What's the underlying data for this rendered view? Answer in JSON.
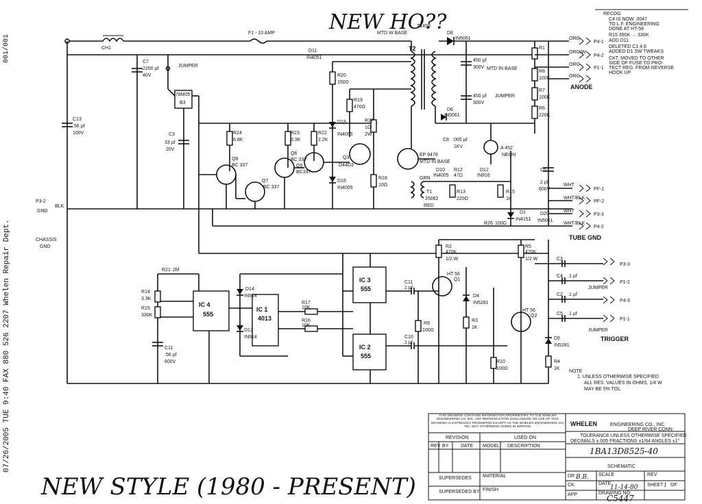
{
  "fax_header": {
    "text": "07/26/2005 TUE  9:40  FAX 880 526 2207 Whelen Repair Dept.",
    "page": "001/001"
  },
  "handwriting": {
    "top": "NEW HO??",
    "bottom": "NEW STYLE (1980 - PRESENT)"
  },
  "components": {
    "ch1": "CH1",
    "f1": "F1 - 10 AMP",
    "d11": "D11",
    "d11_part": "IN4051",
    "mtd_base": "MTD W BASE",
    "t1450": "T1450",
    "t2": "T2",
    "d8": "D8",
    "d8_part": "IN5061",
    "r1": "R1",
    "c7": "C7",
    "c7_val": "2200 µf",
    "c7_v": "40V",
    "jumper": "JUMPER",
    "ic_7805": "78M05",
    "ic_7805_b": "B3",
    "c3": "C3",
    "c3_val": "33 µf",
    "c3_v": "20V",
    "c13": "C13",
    "c13_val": ".56 µf",
    "c13_v": "100V",
    "r20": "R20",
    "r20_val": "150Ω",
    "r19": "R19",
    "r19_val": "470Ω",
    "r27": "R27",
    "r27_val": "1Ω",
    "r27_w": "2W",
    "cap450a": "450 µf",
    "cap450a_v": "300V",
    "mtd_in_base": "MTD IN BASE",
    "cap450b": "450 µf",
    "cap450b_v": "300V",
    "d6": "D6",
    "d6_part": "IN5061",
    "c8": "C8",
    "c8_val": ".005 µf",
    "c8_v": "1KV",
    "r8": "R8",
    "r8_val": "100K",
    "r7": "R7",
    "r7_val": "100K",
    "r6": "R6",
    "r6_val": "220K",
    "jumper2": "JUMPER",
    "r24": "R24",
    "r24_val": "6.8K",
    "r23": "R23",
    "r23_val": "3.3K",
    "r22": "R22",
    "r22_val": "2.2K",
    "d18": "D18",
    "d18_part": "IN4005",
    "q8": "Q8",
    "q8_part": "BC 337",
    "q6": "Q6",
    "q6_part": "BC 337",
    "q5": "Q5",
    "q5_part": "BC337",
    "q3": "Q3",
    "q3_part": "D44D3",
    "q7": "Q7",
    "q7_part": "BC 337",
    "d16": "D16",
    "d16_part": "IN4005",
    "r18": "R18",
    "r18_val": "10Ω",
    "ep9478": "EP 9478",
    "ep9478_b": "MTD IN BASE",
    "d10": "D10",
    "d10_part": "IN4005",
    "r12": "R12",
    "r12_val": "47Ω",
    "d12": "D12",
    "d12_part": "IN916",
    "grn": "GRN",
    "t1": "T1",
    "t1_part": "25082",
    "r13": "R13",
    "r13_val": "220Ω",
    "r15": "R15",
    "r15_val": "1K",
    "red": "RED",
    "neon": "A 452",
    "neon_b": "NEON",
    "c6": "C6",
    "c6_val": ".2 µf",
    "c6_v": "600V",
    "d1": "D1",
    "d1_part": "IN4151",
    "d20": "D20",
    "d20_part": "IN5061",
    "r26": "R26",
    "r26_val": "100Ω",
    "anode": "ANODE",
    "tube_gnd": "TUBE GND",
    "org1": "ORG",
    "orgw": "ORG/W",
    "orgw2": "ORG",
    "orgw3": "ORG",
    "p1": "P4-1",
    "p2": "P4-2",
    "p3": "P1-1",
    "wht1": "WHT",
    "wht2": "WHT/BLK",
    "wht3": "WHT",
    "wht4": "WHT/BLK",
    "pf1": "PF-1",
    "pf2": "PF-2",
    "pf3": "P3-3",
    "pf4": "P4-2",
    "p2_blk": "P3-2",
    "blk": "BLK",
    "gnd": "GND",
    "chassis": "CHASSIS",
    "chassis_gnd": "GND",
    "r21": "R21",
    "r21_val": "2M",
    "r14": "R14",
    "r14_val": "3.3K",
    "r15b": "R15",
    "r15b_val": "330K",
    "c11b": "C11",
    "c11b_val": ".56 µf",
    "c11b_v": "600V",
    "ic4": "IC 4",
    "ic4_part": "555",
    "d14": "D14",
    "d14_part": "IN914",
    "d13": "D13",
    "d13_part": "IN914",
    "ic1": "IC 1",
    "ic1_part": "4013",
    "r17": "R17",
    "r17_val": "10K",
    "r16": "R16",
    "r16_val": "10K",
    "ic3": "IC 3",
    "ic3_part": "555",
    "ic2": "IC 2",
    "ic2_part": "555",
    "c11": "C11",
    "c11_val": ".1 µf",
    "c10": "C10",
    "c10_val": ".1 µf",
    "r9": "R9",
    "r9_val": "100Ω",
    "r2": "R2",
    "r2_val": "470K",
    "r2_w": "1/2 W",
    "ht1": "HT 56",
    "ht1_b": "Q1",
    "d4": "D4",
    "d4_part": "IN5281",
    "r3": "R3",
    "r3_val": "1K",
    "r10": "R10",
    "r10_val": "100Ω",
    "r5": "R5",
    "r5_val": "470K",
    "r5_w": "1/2 W",
    "ht2": "HT 56",
    "ht2_b": "Q2",
    "d5": "D5",
    "d5_part": "IN5281",
    "r4": "R4",
    "r4_val": "1K",
    "c3b": "C3",
    "c4": "C4",
    "c4_val": ".1 µf",
    "c2": "C2",
    "c2_val": ".1 µf",
    "c5": "C5",
    "c5_val": ".1 µf",
    "jumper3": "JUMPER",
    "jumper4": "JUMPER",
    "trigger": "TRIGGER",
    "ht_p13": "P3-3",
    "ht_p12": "P1-2",
    "ht_p3": "P4-3",
    "ht_p1": "P1-1",
    "note_title": "NOTE",
    "note_1": "1. UNLESS OTHERWISE SPECIFIED",
    "note_2": "ALL RES. VALUES IN OHMS, 1/4 W",
    "note_3": "MAY BE 5% TOL."
  },
  "revisions": {
    "lines": [
      "RECOG",
      "C4 IS NOW .0047",
      "TO L.F. ENGINEERING",
      "DONE AT HT-56",
      "R15 390K → 330K",
      "ADD D11",
      "DELETED C1 4.6",
      "ADDED D1 SW TWEAKS",
      "CKT. MOVED TO OTHER",
      "SIDE OF FUSE TO PRO-",
      "TECT REG. FROM REVERSE",
      "HOOK UP"
    ]
  },
  "title_block": {
    "proprietary": "THIS DRAWING CONTAINS INFORMATION PROPRIETARY TO THE WHELEN ENGINEERING CO. INC. ANY REPRODUCTION DISCLOSURE OR USE OF THIS DRAWING IS EXPRESSLY PROHIBITED EXCEPT AS THE WHELEN ENGINEERING CO. INC. MAY OTHERWISE AGREE IN WRITING",
    "revision": "REVISION",
    "used_on": "USED ON",
    "rev": "REV",
    "by": "BY",
    "date": "DATE",
    "model": "MODEL",
    "description": "DESCRIPTION",
    "supersedes": "SUPERSEDES",
    "superseded_by": "SUPERSEDED BY",
    "material": "MATERIAL",
    "finish": "FINISH",
    "company": "WHELEN",
    "company_b": "ENGINEERING CO., INC",
    "company_c": "DEEP RIVER CONN.",
    "tolerance": "TOLERANCE UNLESS OTHERWISE SPECIFIED",
    "tolerance_b": "DECIMALS ±.005   FRACTIONS ±1/64   ANGLES ±1°",
    "part_no": "1BA13D8525-40",
    "title": "SCHEMATIC",
    "dr": "DR",
    "dr_val": "B.B.",
    "ck": "CK",
    "app": "APP",
    "scale": "SCALE",
    "date2": "DATE",
    "date2_val": "11-14-80",
    "drawing_no": "DRAWING NO.",
    "drawing_no_val": "C5447",
    "rev2": "REV",
    "sheet": "SHEET",
    "sheet_val": "1",
    "of": "OF"
  }
}
